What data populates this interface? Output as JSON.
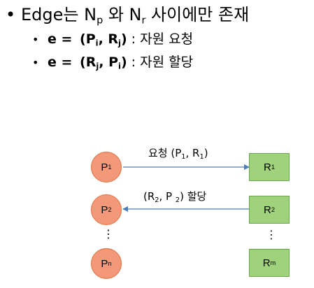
{
  "title": {
    "bullet": "•",
    "prefix": "Edge는 N",
    "sub1": "p",
    "middle": " 와 N",
    "sub2": "r",
    "suffix": " 사이에만 존재"
  },
  "items": [
    {
      "bullet": "•",
      "var": "e",
      "eq": " = ",
      "open": "(P",
      "sub_a": "i",
      "comma": ", R",
      "sub_b": "j",
      "close": ")",
      "desc": " : 자원 요청"
    },
    {
      "bullet": "•",
      "var": "e",
      "eq": " = ",
      "open": "(R",
      "sub_a": "j",
      "comma": ", P",
      "sub_b": "i",
      "close": ")",
      "desc": " : 자원 할당"
    }
  ],
  "diagram": {
    "processes": [
      {
        "letter": "P",
        "sub": "1"
      },
      {
        "letter": "P",
        "sub": "2"
      },
      {
        "letter": "P",
        "sub": "n"
      }
    ],
    "resources": [
      {
        "letter": "R",
        "sub": "1"
      },
      {
        "letter": "R",
        "sub": "2"
      },
      {
        "letter": "R",
        "sub": "m"
      }
    ],
    "ellipsis": "⋮",
    "request_edge": {
      "word": "요청 ",
      "open": "(P",
      "sub1": "1",
      "comma": ", R",
      "sub2": "1",
      "close": ")"
    },
    "assign_edge": {
      "open": "(R",
      "sub1": "2",
      "comma": ", P ",
      "sub2": "2",
      "close": ")",
      "word": " 할당"
    },
    "colors": {
      "process_fill": "#f4987a",
      "process_border": "#e0703e",
      "resource_fill": "#9fd27a",
      "resource_border": "#6aa84f",
      "edge": "#4a7ebb"
    }
  }
}
